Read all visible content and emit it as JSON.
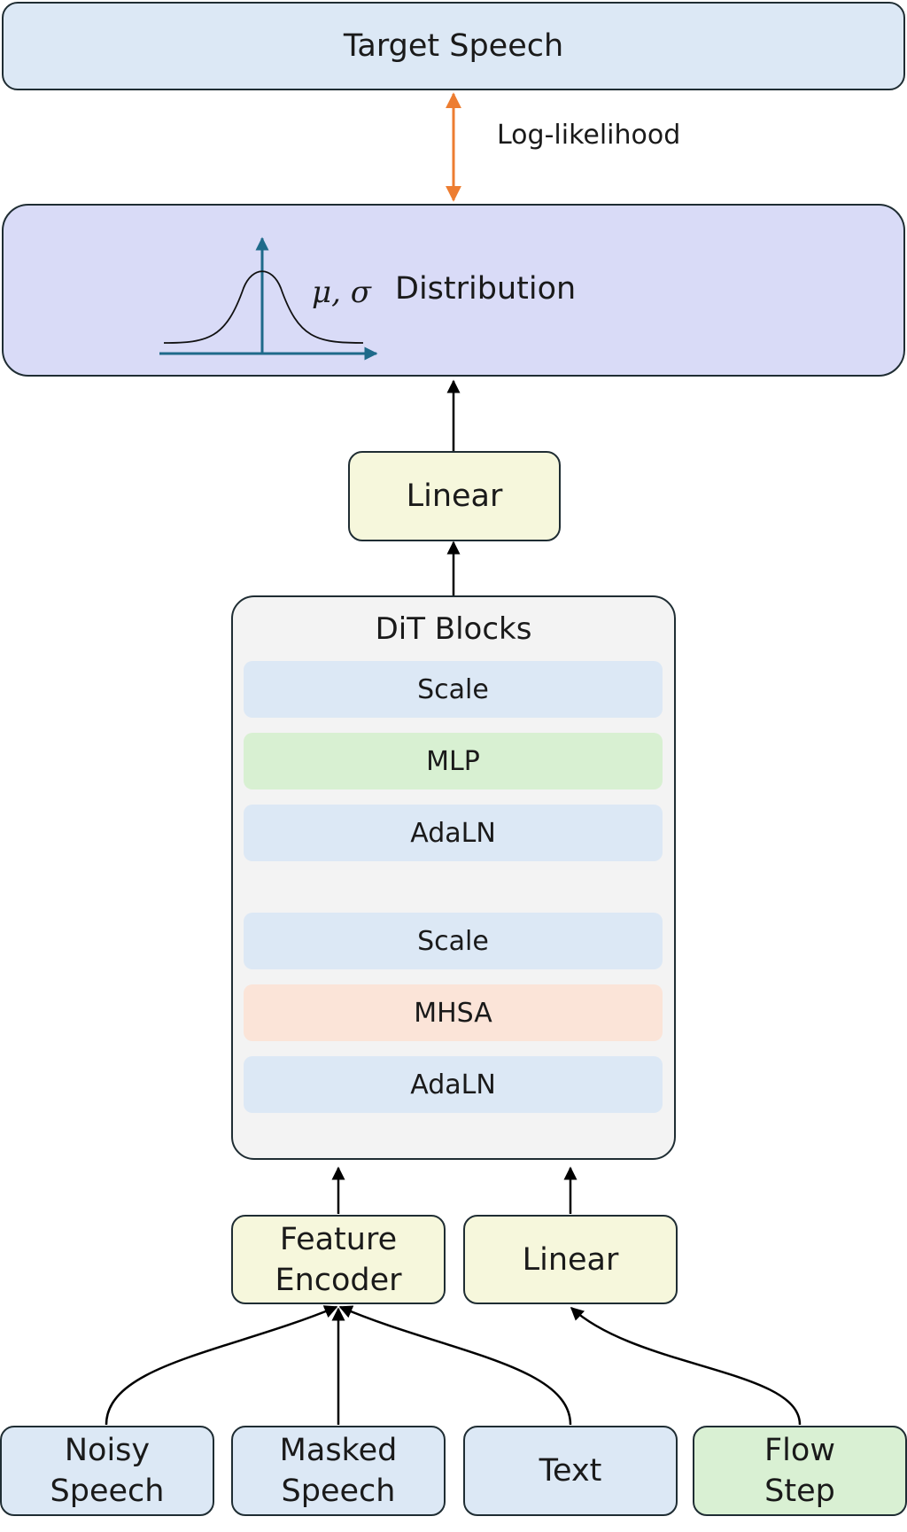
{
  "target": {
    "label": "Target Speech"
  },
  "loss": {
    "label": "Log-likelihood"
  },
  "distribution": {
    "label": "Distribution",
    "params": "μ, σ"
  },
  "head": {
    "label": "Linear"
  },
  "dit": {
    "title": "DiT Blocks",
    "layers": [
      "Scale",
      "MLP",
      "AdaLN",
      "Scale",
      "MHSA",
      "AdaLN"
    ]
  },
  "encoder": {
    "label": "Feature\nEncoder"
  },
  "cond_linear": {
    "label": "Linear"
  },
  "inputs": {
    "noisy": "Noisy\nSpeech",
    "masked": "Masked\nSpeech",
    "text": "Text",
    "flow": "Flow\nStep"
  },
  "colors": {
    "box_fill_blue": "#dce8f5",
    "box_fill_purple": "#d9dbf7",
    "box_fill_yellow": "#f6f7dc",
    "box_fill_green": "#d9f0d3",
    "mlp_fill": "#d8f0d2",
    "mhsa_fill": "#fbe4d8",
    "loss_arrow": "#ed7d31",
    "gaussian_axes": "#1e6a8a"
  }
}
